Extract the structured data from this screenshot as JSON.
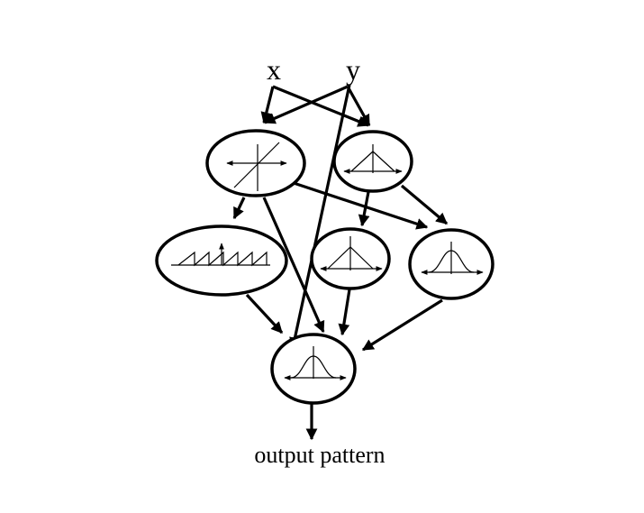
{
  "inputs": {
    "x_label": "x",
    "y_label": "y"
  },
  "output_label": "output pattern",
  "nodes": [
    {
      "id": "linear",
      "icon": "linear-function-icon"
    },
    {
      "id": "triangle-top",
      "icon": "triangle-function-icon"
    },
    {
      "id": "sawtooth",
      "icon": "sawtooth-function-icon"
    },
    {
      "id": "triangle-mid",
      "icon": "triangle-function-icon"
    },
    {
      "id": "gaussian-right",
      "icon": "gaussian-function-icon"
    },
    {
      "id": "gaussian-output",
      "icon": "gaussian-function-icon"
    }
  ],
  "colors": {
    "stroke": "#000000",
    "background": "#ffffff"
  }
}
